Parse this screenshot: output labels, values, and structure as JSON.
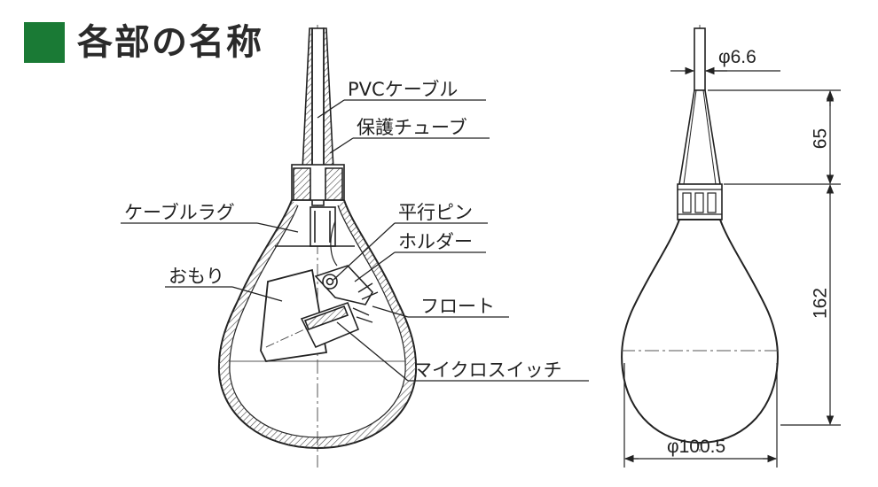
{
  "title": "各部の名称",
  "colors": {
    "accent": "#1a7a35",
    "line": "#222222",
    "hatch": "#444444"
  },
  "labels": {
    "pvc_cable": "PVCケーブル",
    "protective_tube": "保護チューブ",
    "cable_lug": "ケーブルラグ",
    "parallel_pin": "平行ピン",
    "holder": "ホルダー",
    "weight": "おもり",
    "float": "フロート",
    "micro_switch": "マイクロスイッチ"
  },
  "dimensions": {
    "cable_diameter": "φ6.6",
    "stem_height": "65",
    "body_height": "162",
    "body_diameter": "φ100.5"
  }
}
